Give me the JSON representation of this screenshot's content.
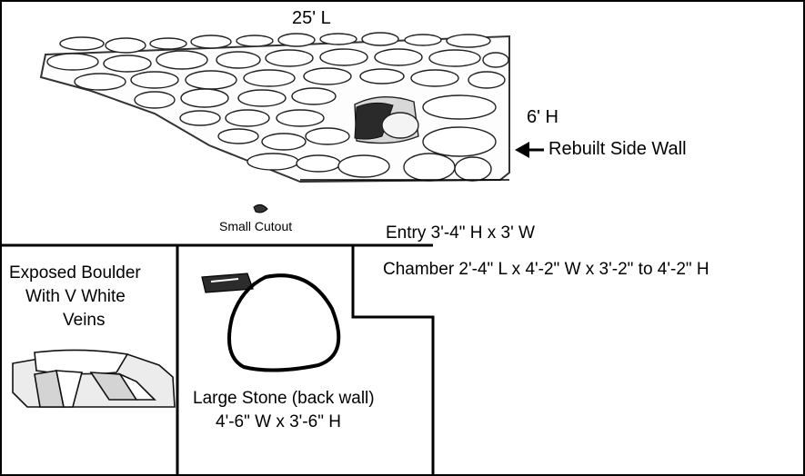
{
  "diagram": {
    "length_label": "25' L",
    "height_label": "6' H",
    "rebuilt_wall_label": "Rebuilt Side Wall",
    "small_cutout_label": "Small Cutout",
    "entry_label": "Entry 3'-4\" H x 3' W",
    "chamber_label": "Chamber 2'-4\" L x 4'-2\" W x 3'-2\" to 4'-2\" H",
    "boulder_label_line1": "Exposed Boulder",
    "boulder_label_line2": "With V White",
    "boulder_label_line3": "Veins",
    "large_stone_label_line1": "Large Stone (back wall)",
    "large_stone_label_line2": "4'-6\" W x 3'-6\" H"
  }
}
